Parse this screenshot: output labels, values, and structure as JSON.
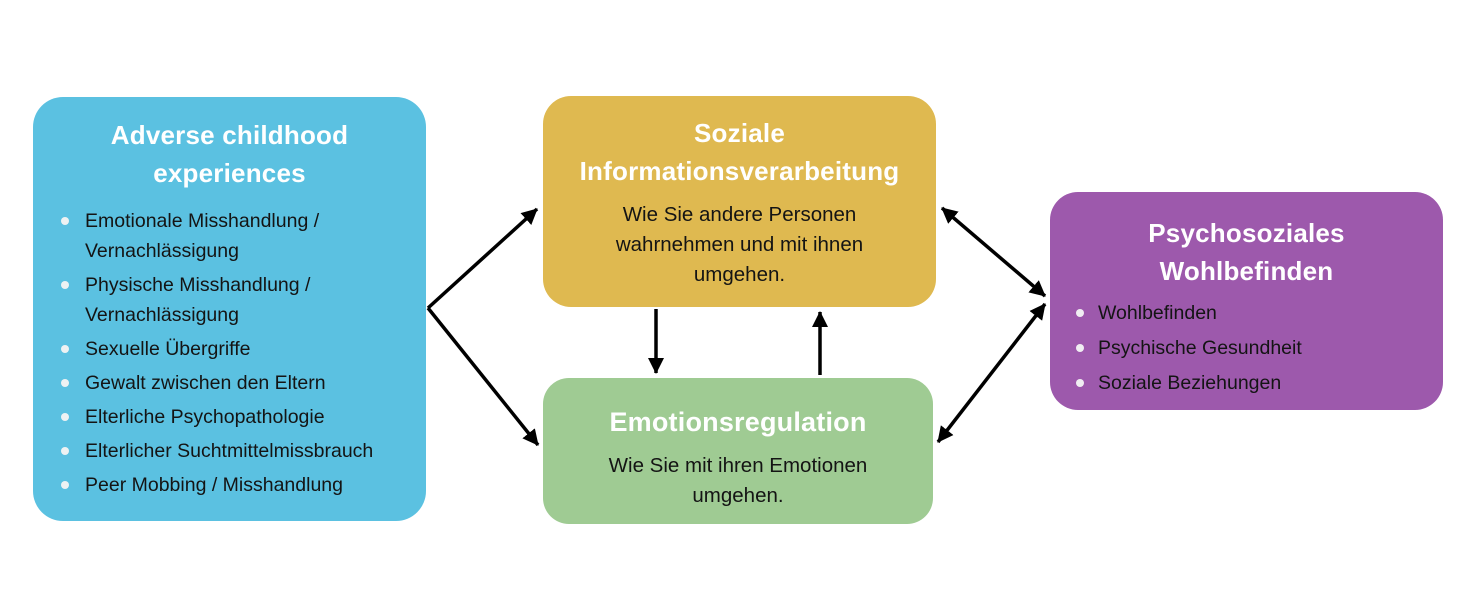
{
  "canvas": {
    "background": "#ffffff",
    "arrow_color": "#000000"
  },
  "boxes": {
    "ace": {
      "color": "#5BC1E1",
      "title_line1": "Adverse childhood",
      "title_line2": "experiences",
      "items": [
        "Emotionale Misshandlung / Vernachlässigung",
        "Physische Misshandlung / Vernachlässigung",
        "Sexuelle Übergriffe",
        "Gewalt zwischen den Eltern",
        "Elterliche Psychopathologie",
        "Elterlicher Suchtmittelmissbrauch",
        "Peer Mobbing / Misshandlung"
      ]
    },
    "social": {
      "color": "#DFB950",
      "title_line1": "Soziale",
      "title_line2": "Informationsverarbeitung",
      "body": "Wie Sie andere Personen wahrnehmen und mit ihnen umgehen."
    },
    "emotion": {
      "color": "#9FCB93",
      "title": "Emotionsregulation",
      "body": "Wie Sie mit ihren Emotionen umgehen."
    },
    "wellbeing": {
      "color": "#9D59AC",
      "title_line1": "Psychosoziales",
      "title_line2": "Wohlbefinden",
      "items": [
        "Wohlbefinden",
        "Psychische Gesundheit",
        "Soziale Beziehungen"
      ]
    }
  },
  "connections": [
    {
      "from": "ace",
      "to": "social",
      "bidirectional": false
    },
    {
      "from": "ace",
      "to": "emotion",
      "bidirectional": false
    },
    {
      "from": "social",
      "to": "emotion",
      "bidirectional": false
    },
    {
      "from": "emotion",
      "to": "social",
      "bidirectional": false
    },
    {
      "from": "social",
      "to": "wellbeing",
      "bidirectional": true
    },
    {
      "from": "emotion",
      "to": "wellbeing",
      "bidirectional": true
    }
  ]
}
